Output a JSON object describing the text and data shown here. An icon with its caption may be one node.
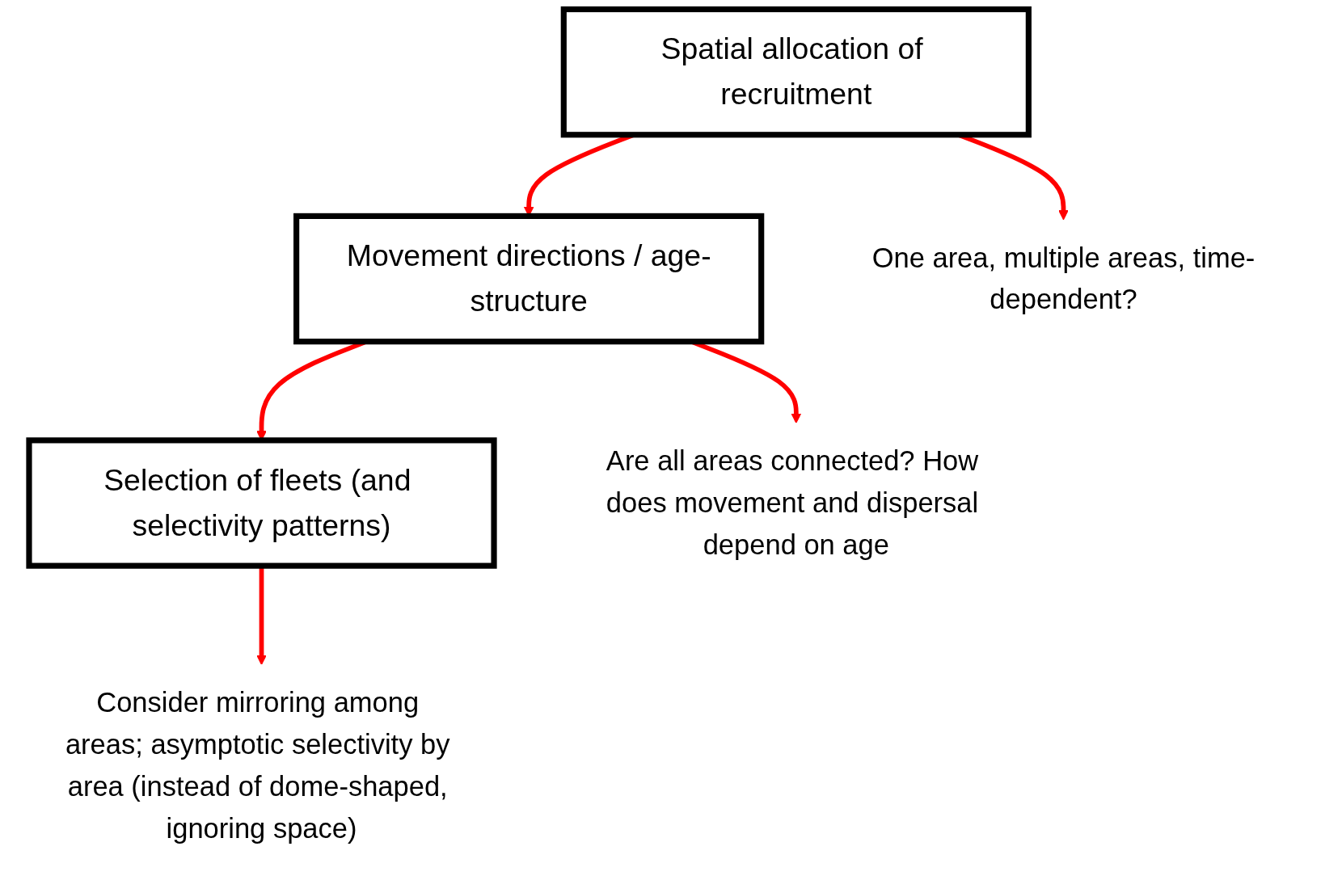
{
  "diagram": {
    "nodes": [
      {
        "text": [
          "Spatial allocation of recruitment"
        ]
      },
      {
        "text": [
          "Movement directions / age-structure"
        ]
      },
      {
        "text": [
          "Selection of fleets (and selectivity patterns)"
        ]
      },
      {
        "text": [
          "One area, multiple areas, time-dependent?"
        ]
      },
      {
        "text": [
          "Are all areas connected? How does movement and dispersal depend on age"
        ]
      },
      {
        "text": [
          "Consider mirroring among areas; asymptotic selectivity by area (instead of dome-shaped, ignoring space)"
        ]
      }
    ],
    "edges": [
      {
        "from": 0,
        "to": 3,
        "arrow": "to"
      },
      {
        "from": 0,
        "to": 1,
        "arrow": "to"
      },
      {
        "from": 1,
        "to": 4,
        "arrow": "to"
      },
      {
        "from": 1,
        "to": 2,
        "arrow": "to"
      },
      {
        "from": 2,
        "to": 5,
        "arrow": "to"
      }
    ]
  }
}
